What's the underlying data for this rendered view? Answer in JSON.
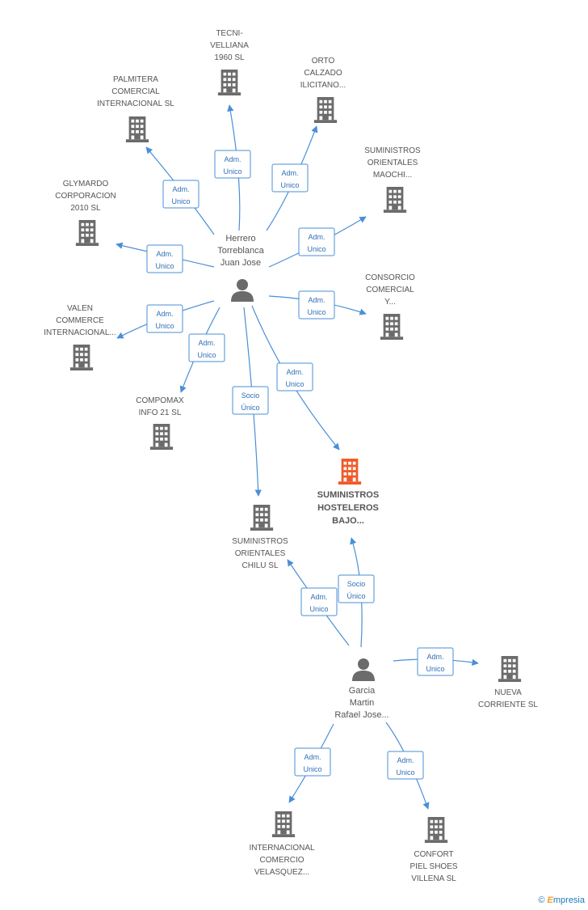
{
  "colors": {
    "edge": "#4a8fd6",
    "node": "#6b6b6b",
    "focus": "#f05a28",
    "rel_text": "#2f6fb5"
  },
  "persons": [
    {
      "id": "p1",
      "label": [
        "Herrero",
        "Torreblanca",
        "Juan Jose"
      ],
      "icon": "person-icon"
    },
    {
      "id": "p2",
      "label": [
        "Garcia",
        "Martin",
        "Rafael Jose..."
      ],
      "icon": "person-icon"
    }
  ],
  "companies": [
    {
      "id": "c_tecni",
      "label": [
        "TECNI-",
        "VELLIANA",
        "1960 SL"
      ]
    },
    {
      "id": "c_orto",
      "label": [
        "ORTO",
        "CALZADO",
        "ILICITANO..."
      ]
    },
    {
      "id": "c_palm",
      "label": [
        "PALMITERA",
        "COMERCIAL",
        "INTERNACIONAL SL"
      ]
    },
    {
      "id": "c_maochi",
      "label": [
        "SUMINISTROS",
        "ORIENTALES",
        "MAOCHI..."
      ]
    },
    {
      "id": "c_glym",
      "label": [
        "GLYMARDO",
        "CORPORACION",
        "2010 SL"
      ]
    },
    {
      "id": "c_consorcio",
      "label": [
        "CONSORCIO",
        "COMERCIAL",
        "Y..."
      ]
    },
    {
      "id": "c_valen",
      "label": [
        "VALEN",
        "COMMERCE",
        "INTERNACIONAL..."
      ]
    },
    {
      "id": "c_compomax",
      "label": [
        "COMPOMAX",
        "INFO 21 SL"
      ]
    },
    {
      "id": "c_hosteleros",
      "label": [
        "SUMINISTROS",
        "HOSTELEROS",
        "BAJO..."
      ],
      "focus": true
    },
    {
      "id": "c_chilu",
      "label": [
        "SUMINISTROS",
        "ORIENTALES",
        "CHILU SL"
      ]
    },
    {
      "id": "c_nueva",
      "label": [
        "NUEVA",
        "CORRIENTE SL"
      ]
    },
    {
      "id": "c_velasquez",
      "label": [
        "INTERNACIONAL",
        "COMERCIO",
        "VELASQUEZ..."
      ]
    },
    {
      "id": "c_confort",
      "label": [
        "CONFORT",
        "PIEL SHOES",
        "VILLENA SL"
      ]
    }
  ],
  "relations": [
    {
      "from": "p1",
      "to": "c_tecni",
      "label": [
        "Adm.",
        "Unico"
      ]
    },
    {
      "from": "p1",
      "to": "c_orto",
      "label": [
        "Adm.",
        "Unico"
      ]
    },
    {
      "from": "p1",
      "to": "c_palm",
      "label": [
        "Adm.",
        "Unico"
      ]
    },
    {
      "from": "p1",
      "to": "c_maochi",
      "label": [
        "Adm.",
        "Unico"
      ]
    },
    {
      "from": "p1",
      "to": "c_glym",
      "label": [
        "Adm.",
        "Unico"
      ]
    },
    {
      "from": "p1",
      "to": "c_consorcio",
      "label": [
        "Adm.",
        "Unico"
      ]
    },
    {
      "from": "p1",
      "to": "c_valen",
      "label": [
        "Adm.",
        "Unico"
      ]
    },
    {
      "from": "p1",
      "to": "c_compomax",
      "label": [
        "Adm.",
        "Unico"
      ]
    },
    {
      "from": "p1",
      "to": "c_hosteleros",
      "label": [
        "Adm.",
        "Unico"
      ]
    },
    {
      "from": "p1",
      "to": "c_chilu",
      "label": [
        "Socio",
        "Único"
      ]
    },
    {
      "from": "p2",
      "to": "c_hosteleros",
      "label": [
        "Socio",
        "Único"
      ]
    },
    {
      "from": "p2",
      "to": "c_chilu",
      "label": [
        "Adm.",
        "Unico"
      ]
    },
    {
      "from": "p2",
      "to": "c_nueva",
      "label": [
        "Adm.",
        "Unico"
      ]
    },
    {
      "from": "p2",
      "to": "c_velasquez",
      "label": [
        "Adm.",
        "Unico"
      ]
    },
    {
      "from": "p2",
      "to": "c_confort",
      "label": [
        "Adm.",
        "Unico"
      ]
    }
  ],
  "footer": {
    "copyright": "©",
    "brand_initial": "E",
    "brand_rest": "mpresia"
  }
}
